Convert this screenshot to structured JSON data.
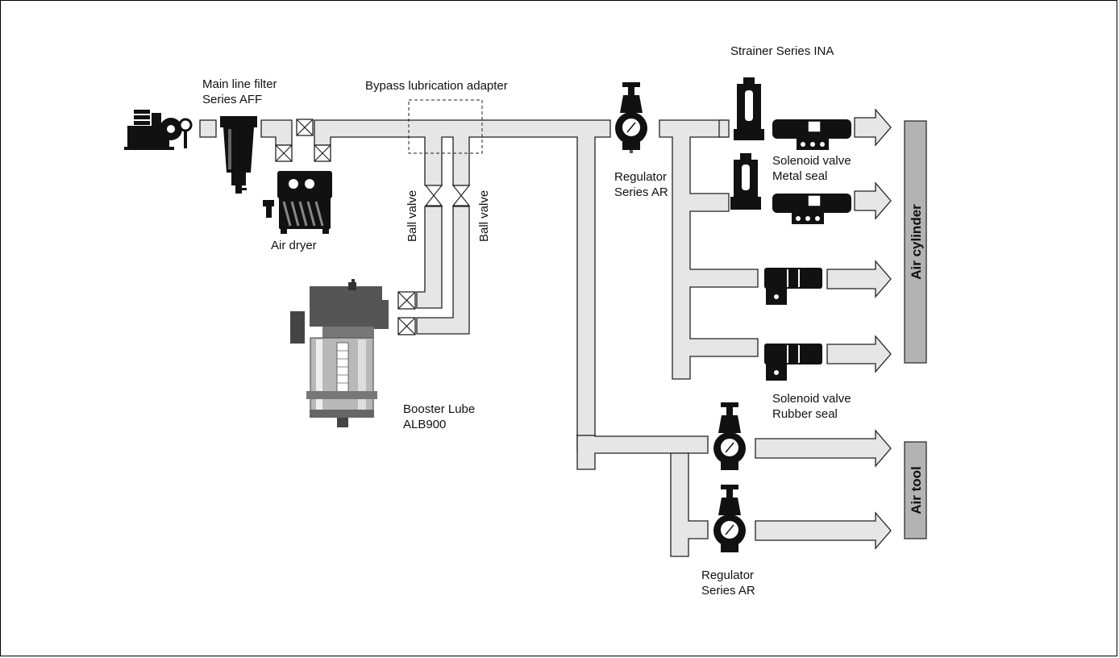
{
  "labels": {
    "main_line_filter_1": "Main line filter",
    "main_line_filter_2": "Series AFF",
    "bypass_adapter": "Bypass lubrication adapter",
    "air_dryer": "Air dryer",
    "ball_valve_1": "Ball valve",
    "ball_valve_2": "Ball valve",
    "booster_lube_1": "Booster Lube",
    "booster_lube_2": "ALB900",
    "regulator_top_1": "Regulator",
    "regulator_top_2": "Series AR",
    "strainer": "Strainer Series INA",
    "sol_metal_1": "Solenoid valve",
    "sol_metal_2": "Metal seal",
    "sol_rubber_1": "Solenoid valve",
    "sol_rubber_2": "Rubber seal",
    "regulator_bottom_1": "Regulator",
    "regulator_bottom_2": "Series AR",
    "air_cylinder": "Air cylinder",
    "air_tool": "Air tool"
  },
  "icons": [
    "compressor-icon",
    "main-line-filter-icon",
    "air-dryer-icon",
    "booster-lube-icon",
    "regulator-icon",
    "strainer-icon",
    "solenoid-valve-icon",
    "stop-valve-icon",
    "ball-valve-icon"
  ],
  "colors": {
    "pipe": "#e6e6e6",
    "target_bar": "#b3b3b3",
    "outline": "#222222"
  }
}
